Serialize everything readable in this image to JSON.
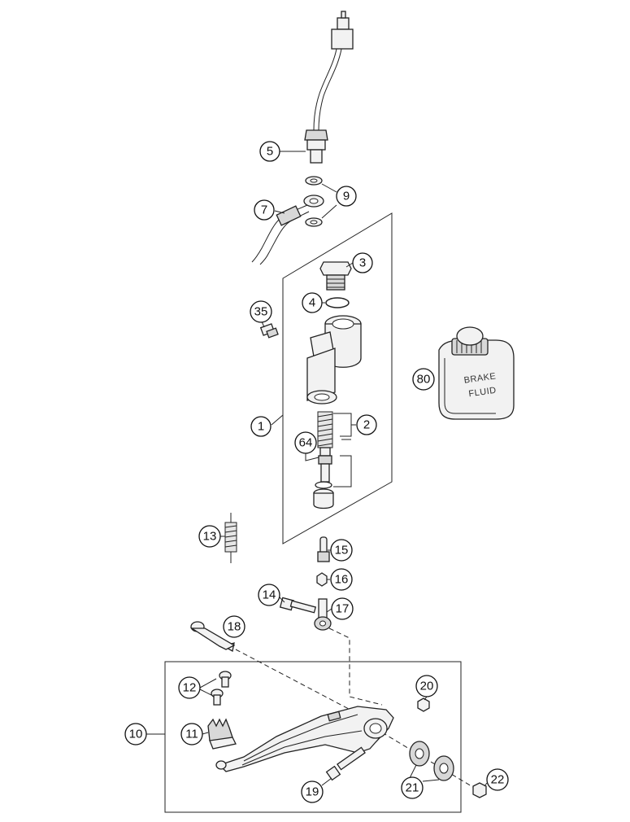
{
  "callouts": {
    "c1": "1",
    "c2": "2",
    "c3": "3",
    "c4": "4",
    "c5": "5",
    "c7": "7",
    "c9": "9",
    "c10": "10",
    "c11": "11",
    "c12": "12",
    "c13": "13",
    "c14": "14",
    "c15": "15",
    "c16": "16",
    "c17": "17",
    "c18": "18",
    "c19": "19",
    "c20": "20",
    "c21": "21",
    "c22": "22",
    "c35": "35",
    "c64": "64",
    "c80": "80"
  },
  "fluid_label": {
    "line1": "BRAKE",
    "line2": "FLUID"
  }
}
